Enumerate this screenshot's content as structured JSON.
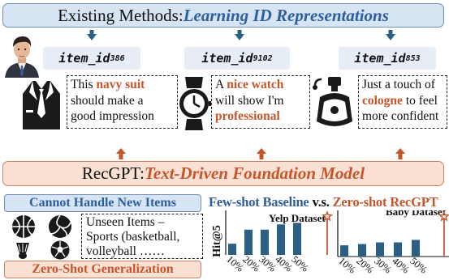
{
  "top_banner": {
    "prefix": "Existing Methods: ",
    "emphasis": "Learning ID Representations"
  },
  "items": [
    {
      "id_label": "item_id",
      "id_sub": "386",
      "icon": "suit-icon",
      "text": {
        "l1a": "This ",
        "l1b": "navy suit",
        "l2": "should make a",
        "l3": "good impression"
      }
    },
    {
      "id_label": "item_id",
      "id_sub": "9102",
      "icon": "watch-icon",
      "text": {
        "l1a": "A ",
        "l1b": "nice watch",
        "l2": "will show I'm",
        "l3": "professional"
      }
    },
    {
      "id_label": "item_id",
      "id_sub": "853",
      "icon": "cologne-icon",
      "text": {
        "l1": "Just a touch of",
        "l2a": "cologne",
        "l2b": " to feel",
        "l3": "more confident"
      }
    }
  ],
  "rec_banner": {
    "prefix": "RecGPT: ",
    "emphasis": "Text-Driven Foundation Model"
  },
  "new_items": {
    "problem": "Cannot Handle New Items",
    "lines": [
      "Unseen Items –",
      "Sports (basketball,",
      "volleyball ……"
    ],
    "solution": "Zero-Shot Generalization"
  },
  "chart_header": {
    "part1": "Few-shot Baseline",
    "part2": " v.s. ",
    "part3": "Zero-shot RecGPT"
  },
  "chart_data": [
    {
      "type": "bar",
      "title": "Yelp Dataset",
      "ylabel": "Hit@5",
      "categories": [
        "10%",
        "20%",
        "30%",
        "40%",
        "50%"
      ],
      "values": [
        0.28,
        0.63,
        0.63,
        0.76,
        0.8
      ],
      "reference": {
        "name": "Zero-shot RecGPT",
        "value": 1.0,
        "marker": "star"
      },
      "ylim": [
        0,
        1.05
      ],
      "colors": {
        "bar": "#2b5f86",
        "reference": "#c5552a"
      }
    },
    {
      "type": "bar",
      "title": "Baby Dataset",
      "categories": [
        "10%",
        "20%",
        "30%",
        "40%",
        "50%"
      ],
      "values": [
        0.27,
        0.3,
        0.34,
        0.34,
        0.4
      ],
      "reference": {
        "name": "Zero-shot RecGPT",
        "value": 1.0,
        "marker": "star"
      },
      "ylim": [
        0,
        1.05
      ],
      "colors": {
        "bar": "#2b5f86",
        "reference": "#c5552a"
      }
    }
  ]
}
